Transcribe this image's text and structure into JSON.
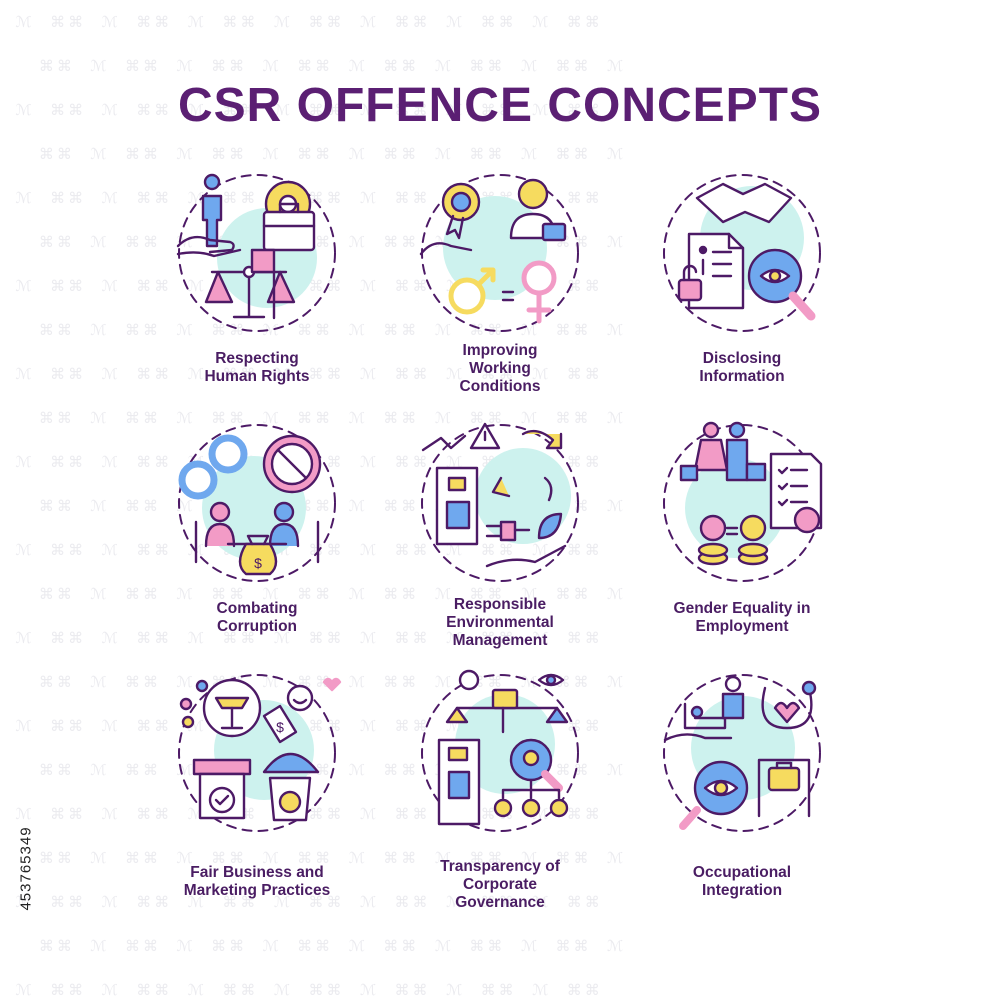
{
  "title": "CSR OFFENCE CONCEPTS",
  "stock_id": "453765349",
  "colors": {
    "title": "#5b1f73",
    "label": "#4a1d63",
    "stroke": "#4d1a66",
    "pink": "#f29bc6",
    "blue": "#6fa8ee",
    "yellow": "#f6db5f",
    "mint": "#cdf2ee"
  },
  "concepts": [
    {
      "label": "Respecting\nHuman Rights",
      "icon": "human-rights-icon"
    },
    {
      "label": "Improving\nWorking\nConditions",
      "icon": "working-conditions-icon"
    },
    {
      "label": "Disclosing\nInformation",
      "icon": "disclosing-information-icon"
    },
    {
      "label": "Combating\nCorruption",
      "icon": "combating-corruption-icon"
    },
    {
      "label": "Responsible\nEnvironmental\nManagement",
      "icon": "environmental-management-icon"
    },
    {
      "label": "Gender Equality in\nEmployment",
      "icon": "gender-equality-icon"
    },
    {
      "label": "Fair Business and\nMarketing Practices",
      "icon": "fair-business-icon"
    },
    {
      "label": "Transparency of\nCorporate\nGovernance",
      "icon": "corporate-governance-icon"
    },
    {
      "label": "Occupational\nIntegration",
      "icon": "occupational-integration-icon"
    }
  ]
}
